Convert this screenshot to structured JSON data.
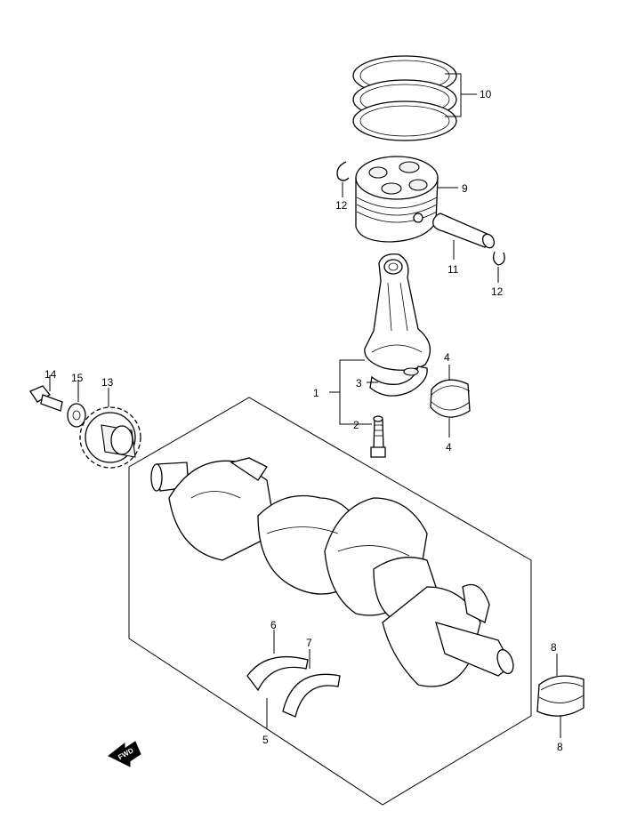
{
  "callouts": {
    "c1": "1",
    "c2": "2",
    "c3": "3",
    "c4a": "4",
    "c4b": "4",
    "c5": "5",
    "c6": "6",
    "c7": "7",
    "c8a": "8",
    "c8b": "8",
    "c9": "9",
    "c10": "10",
    "c11": "11",
    "c12a": "12",
    "c12b": "12",
    "c13": "13",
    "c14": "14",
    "c15": "15"
  },
  "fwd_label": "FWD"
}
